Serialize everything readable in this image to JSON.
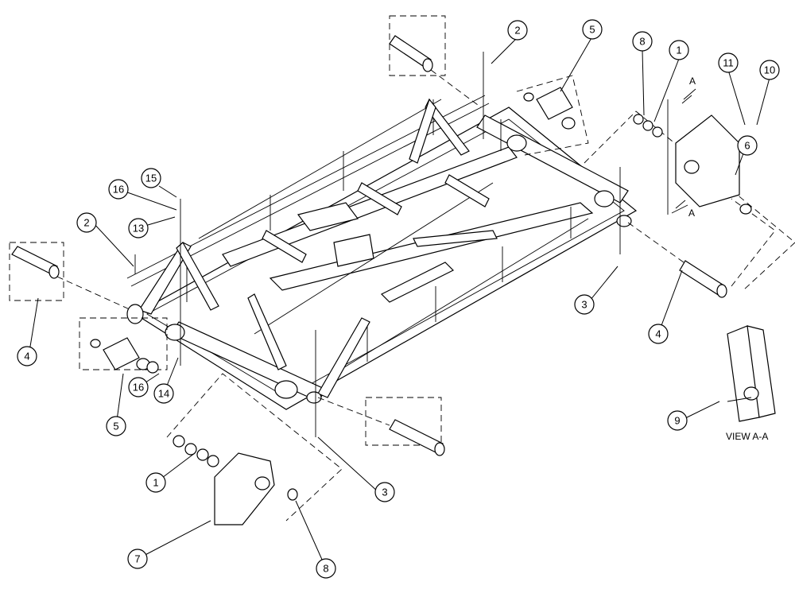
{
  "diagram": {
    "view_label": "VIEW A-A",
    "section_mark": "A",
    "callouts": [
      {
        "id": "c1a",
        "label": "1"
      },
      {
        "id": "c1b",
        "label": "1"
      },
      {
        "id": "c2a",
        "label": "2"
      },
      {
        "id": "c2b",
        "label": "2"
      },
      {
        "id": "c3a",
        "label": "3"
      },
      {
        "id": "c3b",
        "label": "3"
      },
      {
        "id": "c4a",
        "label": "4"
      },
      {
        "id": "c4b",
        "label": "4"
      },
      {
        "id": "c5a",
        "label": "5"
      },
      {
        "id": "c5b",
        "label": "5"
      },
      {
        "id": "c6",
        "label": "6"
      },
      {
        "id": "c7",
        "label": "7"
      },
      {
        "id": "c8a",
        "label": "8"
      },
      {
        "id": "c8b",
        "label": "8"
      },
      {
        "id": "c9",
        "label": "9"
      },
      {
        "id": "c10",
        "label": "10"
      },
      {
        "id": "c11",
        "label": "11"
      },
      {
        "id": "c13",
        "label": "13"
      },
      {
        "id": "c14",
        "label": "14"
      },
      {
        "id": "c15",
        "label": "15"
      },
      {
        "id": "c16a",
        "label": "16"
      },
      {
        "id": "c16b",
        "label": "16"
      }
    ]
  }
}
